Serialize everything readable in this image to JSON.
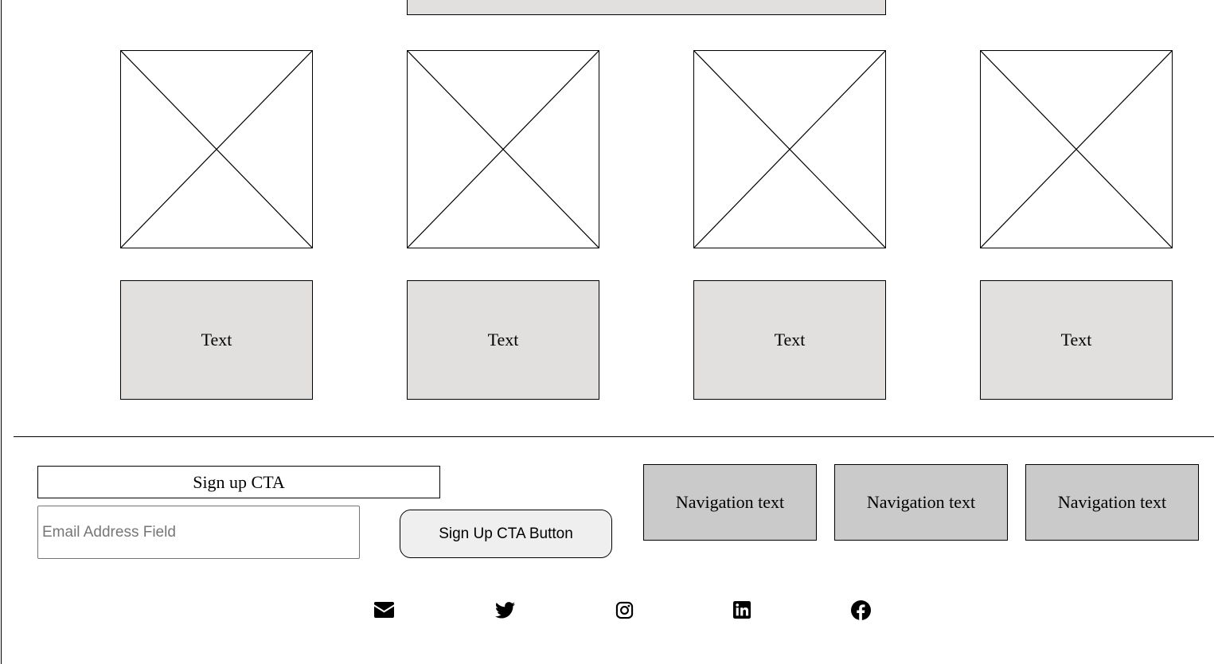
{
  "gallery": {
    "cards": [
      {
        "text": "Text"
      },
      {
        "text": "Text"
      },
      {
        "text": "Text"
      },
      {
        "text": "Text"
      }
    ]
  },
  "footer": {
    "signup": {
      "label": "Sign up CTA",
      "email_placeholder": "Email Address Field",
      "button_label": "Sign Up CTA Button"
    },
    "nav": [
      {
        "label": "Navigation text"
      },
      {
        "label": "Navigation text"
      },
      {
        "label": "Navigation text"
      }
    ],
    "social_icons": [
      "envelope-icon",
      "twitter-icon",
      "instagram-icon",
      "linkedin-icon",
      "facebook-icon"
    ]
  },
  "colors": {
    "text_box_fill": "#e2dfdf",
    "nav_box_fill": "#cbcaca",
    "button_fill": "#efefef"
  }
}
